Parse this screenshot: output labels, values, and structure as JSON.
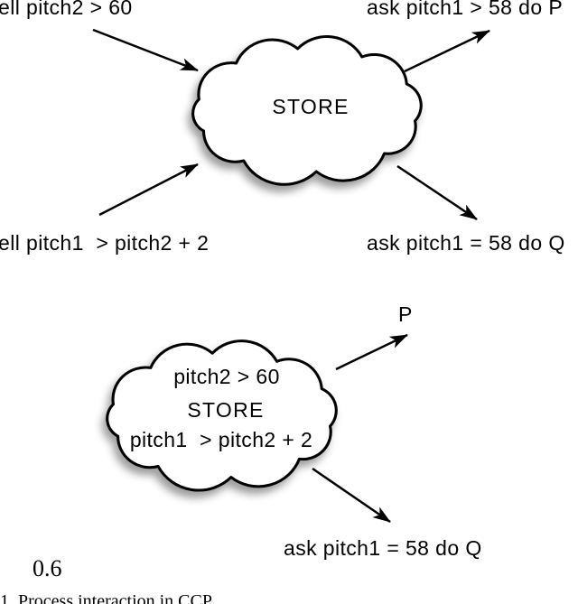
{
  "diagram1": {
    "tell_top_label": "ell pitch2 > 60",
    "ask_top_label": "ask pitch1 > 58 do P",
    "tell_bottom_label": "ell pitch1  > pitch2 + 2",
    "ask_bottom_label": "ask pitch1 = 58 do Q",
    "store_label": "STORE"
  },
  "diagram2": {
    "constraint1": "pitch2 > 60",
    "store_label": "STORE",
    "constraint2": "pitch1  > pitch2 + 2",
    "process_label": "P",
    "ask_bottom_label": "ask pitch1 = 58 do Q"
  },
  "footer": {
    "figure_number": "0.6",
    "caption": "1. Process interaction in CCP"
  },
  "colors": {
    "ink": "#000000",
    "background": "#ffffff",
    "cloud_fill": "#ffffff",
    "shadow": "#00000061"
  }
}
